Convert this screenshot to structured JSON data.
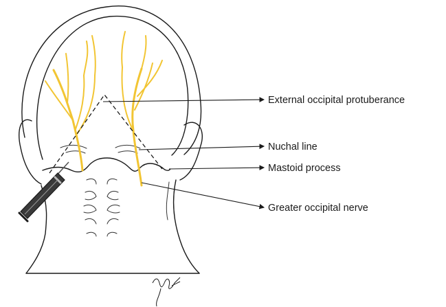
{
  "colors": {
    "nerve": "#f2c533",
    "outline": "#1a1a1a"
  },
  "labels": {
    "external_occipital_protuberance": "External occipital protuberance",
    "nuchal_line": "Nuchal line",
    "mastoid_process": "Mastoid process",
    "greater_occipital_nerve": "Greater occipital nerve"
  }
}
